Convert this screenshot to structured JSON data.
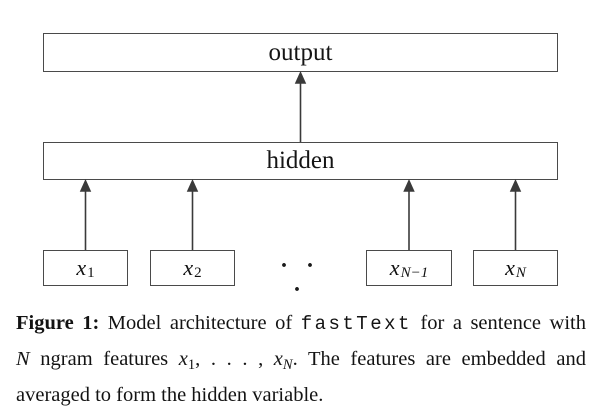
{
  "diagram": {
    "output_label": "output",
    "hidden_label": "hidden",
    "dots": "· · ·",
    "inputs": [
      {
        "base": "x",
        "sub": "1"
      },
      {
        "base": "x",
        "sub": "2"
      },
      {
        "base": "x",
        "sub": "N−1"
      },
      {
        "base": "x",
        "sub": "N"
      }
    ]
  },
  "caption": {
    "lines": [
      {
        "segments": [
          {
            "t": "Figure 1:"
          },
          {
            "t": " Model architecture of "
          },
          {
            "t": "fastText"
          },
          {
            "t": " for a sentence with"
          }
        ]
      },
      {
        "segments": [
          {
            "t": "N"
          },
          {
            "t": " ngram features "
          },
          {
            "t": "x"
          },
          {
            "t": "1"
          },
          {
            "t": ", . . . , "
          },
          {
            "t": "x"
          },
          {
            "t": "N"
          },
          {
            "t": ". The features are embedded and"
          }
        ]
      },
      {
        "segments": [
          {
            "t": "averaged to form the hidden variable."
          }
        ]
      }
    ]
  },
  "colors": {
    "background": "#ffffff",
    "box_border": "#4a4a4a",
    "arrow": "#3a3a3a",
    "text": "#131313"
  }
}
